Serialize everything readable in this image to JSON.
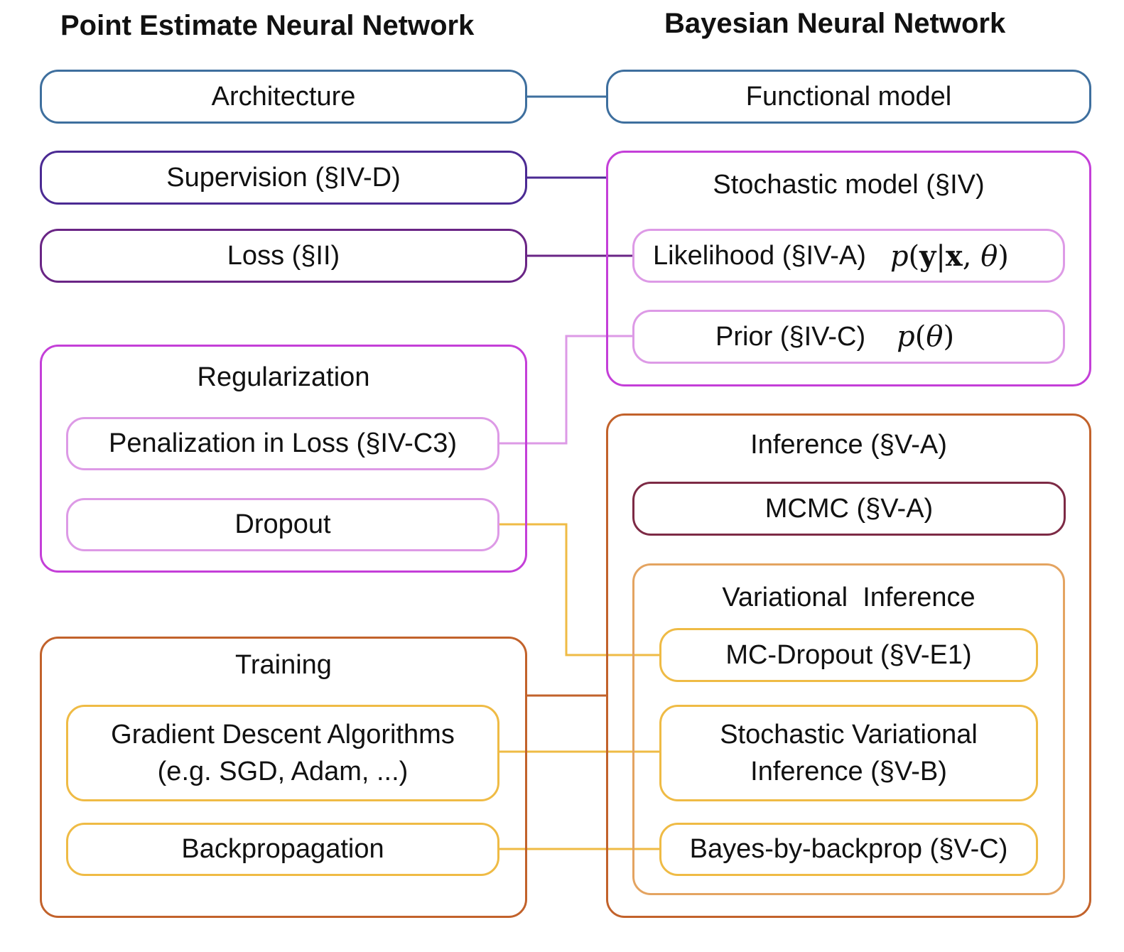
{
  "headers": {
    "left": "Point Estimate Neural Network",
    "right": "Bayesian Neural Network"
  },
  "left": {
    "architecture": "Architecture",
    "supervision": "Supervision (§IV-D)",
    "loss": "Loss (§II)",
    "regularization": {
      "title": "Regularization",
      "penalization": "Penalization in Loss (§IV-C3)",
      "dropout": "Dropout"
    },
    "training": {
      "title": "Training",
      "gradient_line1": "Gradient Descent Algorithms",
      "gradient_line2": "(e.g. SGD, Adam, ...)",
      "backprop": "Backpropagation"
    }
  },
  "right": {
    "functional_model": "Functional model",
    "stochastic_model": {
      "title": "Stochastic model (§IV)",
      "likelihood": "Likelihood (§IV-A)",
      "likelihood_math_p": "p",
      "likelihood_math_y": "y",
      "likelihood_math_x": "x",
      "likelihood_math_theta": "θ",
      "prior": "Prior (§IV-C)",
      "prior_math_p": "p",
      "prior_math_theta": "θ"
    },
    "inference": {
      "title": "Inference (§V-A)",
      "mcmc": "MCMC (§V-A)",
      "variational": {
        "title": "Variational  Inference",
        "mc_dropout": "MC-Dropout (§V-E1)",
        "svi_line1": "Stochastic Variational",
        "svi_line2": "Inference (§V-B)",
        "bayes_by_backprop": "Bayes-by-backprop (§V-C)"
      }
    }
  },
  "colors": {
    "blue": "#3e6f9e",
    "indigo": "#4b2a93",
    "purple": "#6a2585",
    "magenta": "#c43fd8",
    "light_magenta": "#dd9ae6",
    "orange": "#c2622b",
    "maroon": "#7d2a45",
    "light_orange": "#e4a461",
    "yellow": "#efbb45"
  }
}
